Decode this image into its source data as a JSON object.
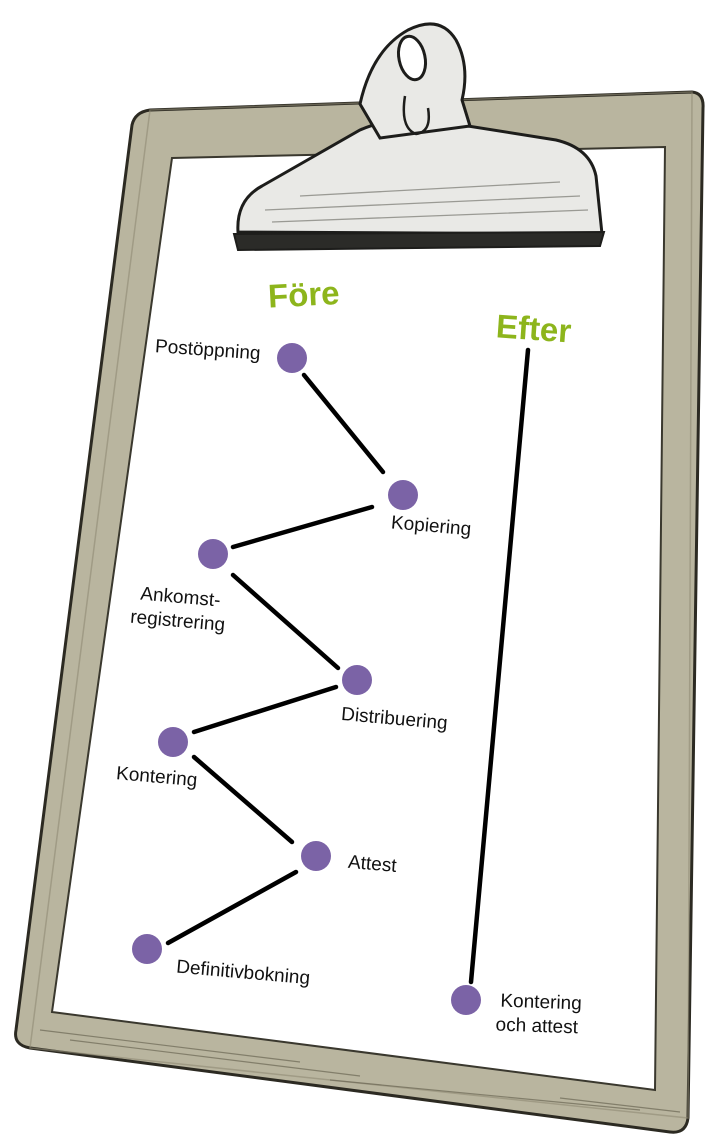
{
  "colors": {
    "heading": "#8db51c",
    "node": "#7b63a6",
    "board": "#b9b59f",
    "paper": "#ffffff",
    "clip": "#e9e9e6"
  },
  "icons": {
    "clipboard": "clipboard-icon",
    "clip": "metal-clip-icon"
  },
  "before": {
    "heading": "Före",
    "steps": [
      {
        "label": "Postöppning"
      },
      {
        "label": "Kopiering"
      },
      {
        "label_lines": [
          "Ankomst-",
          "registrering"
        ]
      },
      {
        "label": "Distribuering"
      },
      {
        "label": "Kontering"
      },
      {
        "label": "Attest"
      },
      {
        "label": "Definitivbokning"
      }
    ]
  },
  "after": {
    "heading": "Efter",
    "step": {
      "label_lines": [
        "Kontering",
        "och attest"
      ]
    }
  }
}
